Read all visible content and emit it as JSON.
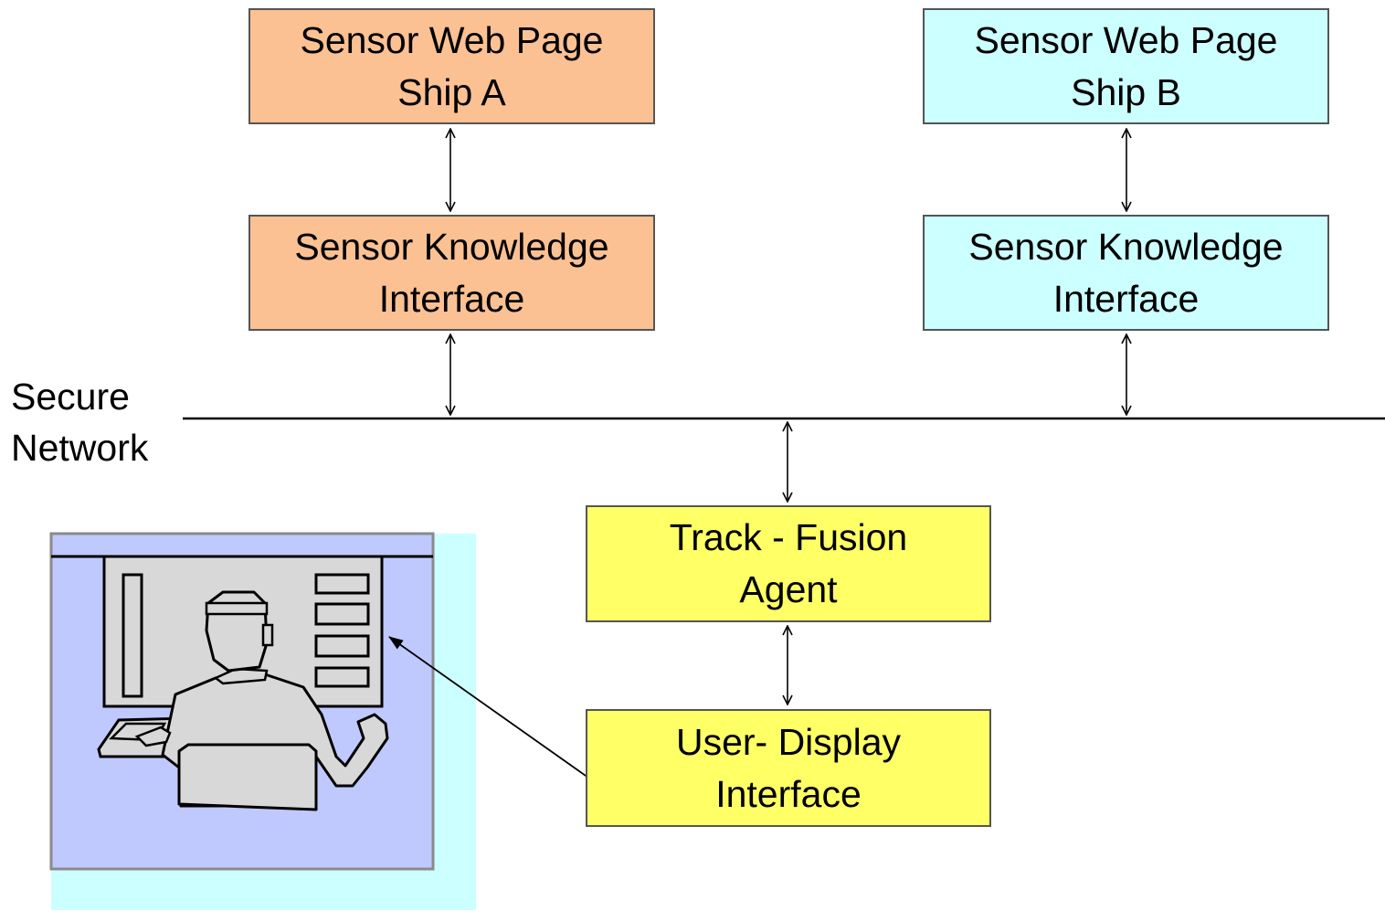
{
  "colors": {
    "ship_a": "#FBC193",
    "ship_b": "#CCFFFF",
    "agent": "#FFFF66",
    "workstation_back": "#CCFFFF",
    "workstation_panel": "#C0C9FE",
    "figure_fill": "#D8D8D8",
    "line": "#000000"
  },
  "ship_a": {
    "web_page": {
      "line1": "Sensor Web Page",
      "line2": "Ship A"
    },
    "knowledge_interface": {
      "line1": "Sensor Knowledge",
      "line2": "Interface"
    }
  },
  "ship_b": {
    "web_page": {
      "line1": "Sensor Web Page",
      "line2": "Ship B"
    },
    "knowledge_interface": {
      "line1": "Sensor Knowledge",
      "line2": "Interface"
    }
  },
  "network": {
    "line1": "Secure",
    "line2": "Network"
  },
  "track_fusion_agent": {
    "line1": "Track - Fusion",
    "line2": "Agent"
  },
  "user_display_interface": {
    "line1": "User- Display",
    "line2": "Interface"
  },
  "illustration": {
    "icon": "operator-at-workstation-icon"
  }
}
